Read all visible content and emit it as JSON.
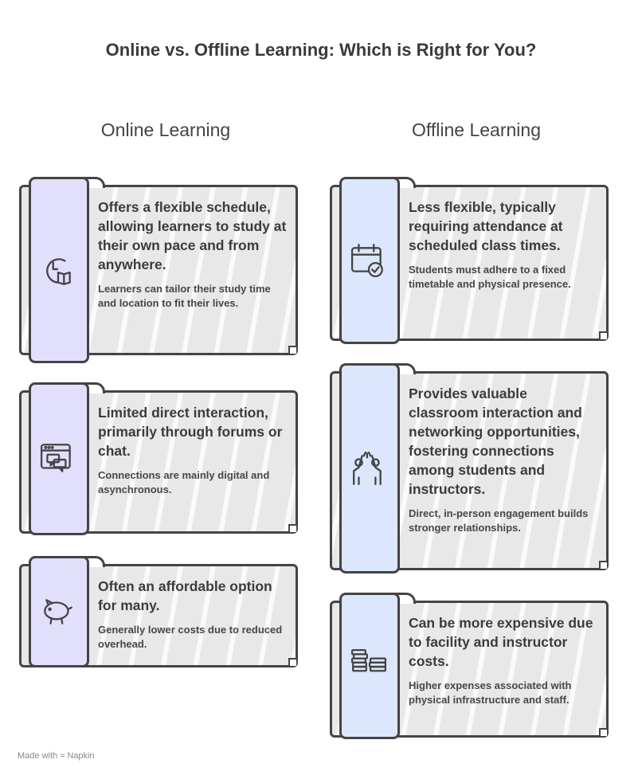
{
  "title": "Online vs. Offline Learning: Which is Right for You?",
  "columns": [
    {
      "heading": "Online Learning",
      "color": "#e2dffd",
      "cards": [
        {
          "icon": "clock-book-icon",
          "main": "Offers a flexible schedule, allowing learners to study at their own pace and from anywhere.",
          "sub": "Learners can tailor their study time and location to fit their lives."
        },
        {
          "icon": "chat-window-icon",
          "main": "Limited direct interaction, primarily through forums or chat.",
          "sub": "Connections are mainly digital and asynchronous."
        },
        {
          "icon": "piggy-bank-icon",
          "main": "Often an affordable option for many.",
          "sub": "Generally lower costs due to reduced overhead."
        }
      ]
    },
    {
      "heading": "Offline Learning",
      "color": "#dce7fd",
      "cards": [
        {
          "icon": "calendar-check-icon",
          "main": "Less flexible, typically requiring attendance at scheduled class times.",
          "sub": "Students must adhere to a fixed timetable and physical presence."
        },
        {
          "icon": "high-five-icon",
          "main": "Provides valuable classroom interaction and networking opportunities, fostering connections among students and instructors.",
          "sub": "Direct, in-person engagement builds stronger relationships."
        },
        {
          "icon": "coin-stacks-icon",
          "main": "Can be more expensive due to facility and instructor costs.",
          "sub": "Higher expenses associated with physical infrastructure and staff."
        }
      ]
    }
  ],
  "footer": {
    "made_with": "Made with",
    "brand": "Napkin"
  }
}
